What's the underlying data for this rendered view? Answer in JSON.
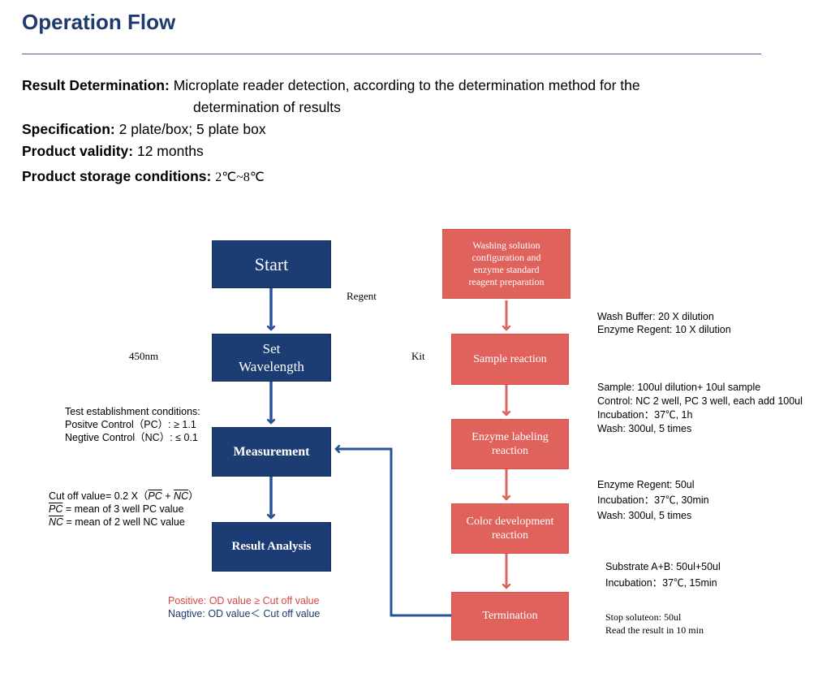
{
  "header": {
    "title": "Operation Flow"
  },
  "info": {
    "result_label": "Result Determination:",
    "result_text_1": "Microplate reader detection, according to the determination method for the",
    "result_text_2": "determination of results",
    "spec_label": "Specification:",
    "spec_text": "2 plate/box; 5 plate box",
    "validity_label": "Product validity:",
    "validity_text": "12 months",
    "storage_label": "Product storage conditions:",
    "storage_text": "2℃~8℃"
  },
  "left_flow": {
    "start": "Start",
    "set_wavelength_1": "Set",
    "set_wavelength_2": "Wavelength",
    "measurement": "Measurement",
    "result_analysis": "Result Analysis"
  },
  "right_flow": {
    "washing_1": "Washing solution",
    "washing_2": "configuration and",
    "washing_3": "enzyme standard",
    "washing_4": "reagent preparation",
    "sample_reaction": "Sample reaction",
    "enzyme_labeling_1": "Enzyme labeling",
    "enzyme_labeling_2": "reaction",
    "color_dev_1": "Color development",
    "color_dev_2": "reaction",
    "termination": "Termination"
  },
  "labels": {
    "regent": "Regent",
    "kit": "Kit",
    "wavelength": "450nm"
  },
  "notes": {
    "test_cond_1": "Test establishment conditions:",
    "test_cond_2": "Positve Control（PC）: ≥ 1.1",
    "test_cond_3": "Negtive Control（NC）: ≤ 0.1",
    "cutoff_prefix": "Cut off value= 0.2 X（",
    "pc": "PC",
    "plus": " + ",
    "nc": "NC",
    "cutoff_suffix": "）",
    "pc_mean": " = mean of 3 well PC value",
    "nc_mean": "  = mean of 2 well NC value",
    "positive": "Positive: OD value ≥ Cut off value",
    "negative": "Nagtive: OD value＜ Cut off value",
    "wash_1": "Wash Buffer: 20 X dilution",
    "wash_2": "Enzyme Regent: 10 X dilution",
    "sample_1": "Sample: 100ul dilution+ 10ul sample",
    "sample_2": "Control: NC 2 well, PC 3 well, each add 100ul",
    "sample_3": "Incubation：37℃,    1h",
    "sample_4": "Wash: 300ul, 5 times",
    "enzyme_1": "Enzyme Regent: 50ul",
    "enzyme_2": "Incubation：37℃,    30min",
    "enzyme_3": "Wash: 300ul, 5 times",
    "substrate_1": "Substrate A+B: 50ul+50ul",
    "substrate_2": "Incubation：37℃,    15min",
    "stop_1": "Stop soluteon: 50ul",
    "stop_2": "Read the result in 10 min"
  },
  "colors": {
    "title": "#1f3a6e",
    "blue_box": "#1c3d74",
    "red_box": "#e0625c",
    "red_arrow": "#e0625c",
    "blue_arrow": "#2a5296",
    "positive_text": "#d9463f",
    "negative_text": "#1f3a6e"
  }
}
